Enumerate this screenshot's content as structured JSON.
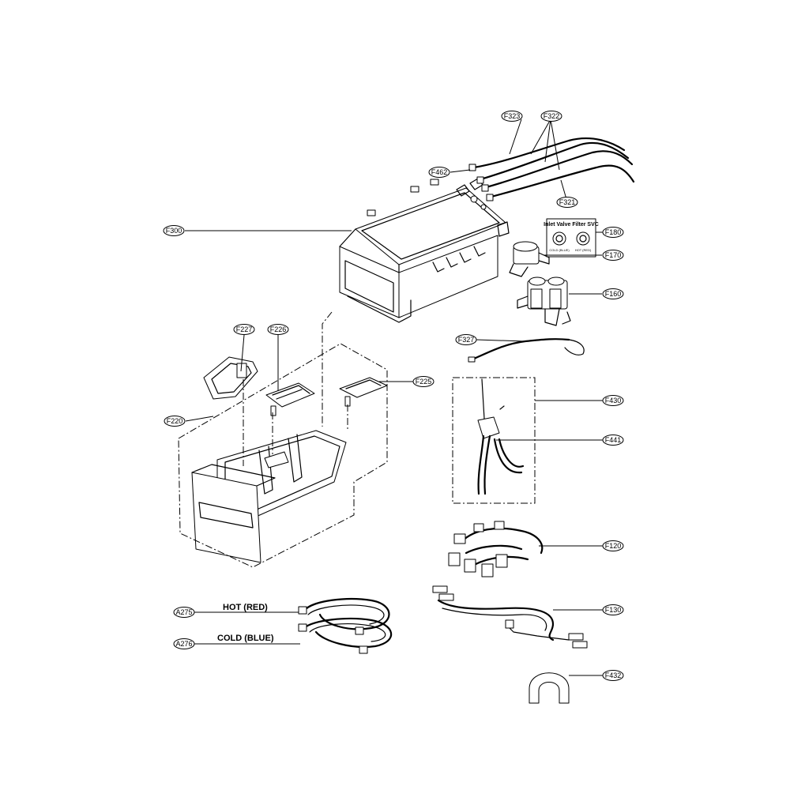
{
  "diagram": {
    "parts": [
      {
        "id": "F323",
        "label": "F323"
      },
      {
        "id": "F322",
        "label": "F322"
      },
      {
        "id": "F462",
        "label": "F462"
      },
      {
        "id": "F321",
        "label": "F321"
      },
      {
        "id": "F300",
        "label": "F300"
      },
      {
        "id": "F180",
        "label": "F180"
      },
      {
        "id": "F170",
        "label": "F170"
      },
      {
        "id": "F160",
        "label": "F160"
      },
      {
        "id": "F327",
        "label": "F327"
      },
      {
        "id": "F227",
        "label": "F227"
      },
      {
        "id": "F226",
        "label": "F226"
      },
      {
        "id": "F225",
        "label": "F225"
      },
      {
        "id": "F220",
        "label": "F220"
      },
      {
        "id": "F430",
        "label": "F430"
      },
      {
        "id": "F441",
        "label": "F441"
      },
      {
        "id": "F120",
        "label": "F120"
      },
      {
        "id": "A275",
        "label": "A275"
      },
      {
        "id": "A276",
        "label": "A276"
      },
      {
        "id": "F130",
        "label": "F130"
      },
      {
        "id": "F432",
        "label": "F432"
      }
    ],
    "hose_labels": {
      "hot": "HOT (RED)",
      "cold": "COLD (BLUE)"
    },
    "filter_box": {
      "title": "Inlet Valve Filter SVC",
      "left_caption": "COLD (BLUE)",
      "right_caption": "HOT (RED)"
    }
  }
}
